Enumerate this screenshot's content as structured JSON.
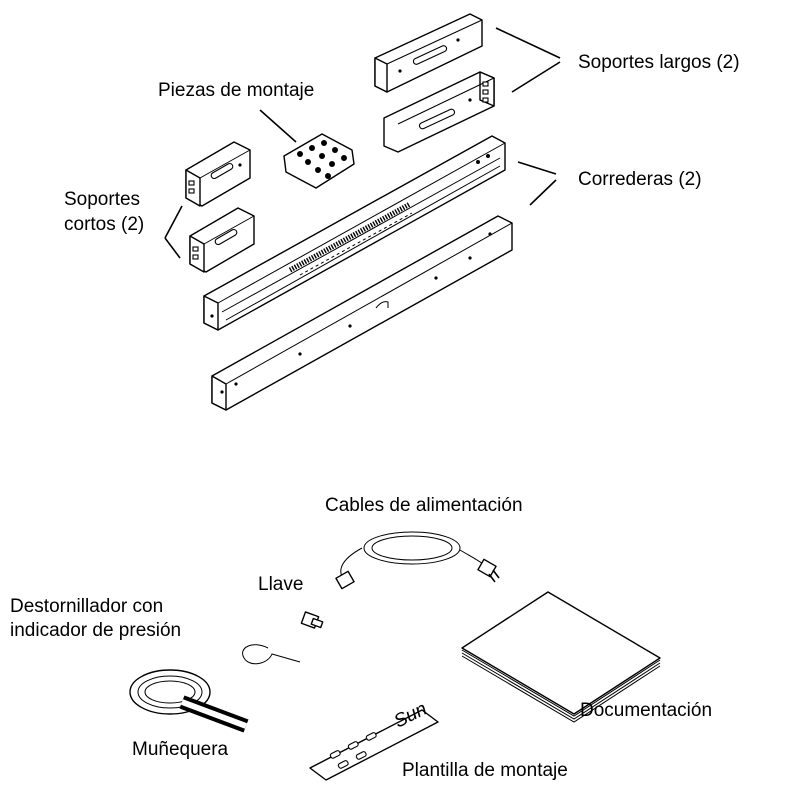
{
  "labels": {
    "soportes_largos": "Soportes largos (2)",
    "piezas_montaje": "Piezas de montaje",
    "correderas": "Correderas (2)",
    "soportes_cortos_1": "Soportes",
    "soportes_cortos_2": "cortos (2)",
    "cables": "Cables de alimentación",
    "llave": "Llave",
    "destornillador_1": "Destornillador con",
    "destornillador_2": "indicador de presión",
    "documentacion": "Documentación",
    "munequera": "Muñequera",
    "plantilla": "Plantilla de montaje",
    "plantilla_logo": "Sun"
  }
}
